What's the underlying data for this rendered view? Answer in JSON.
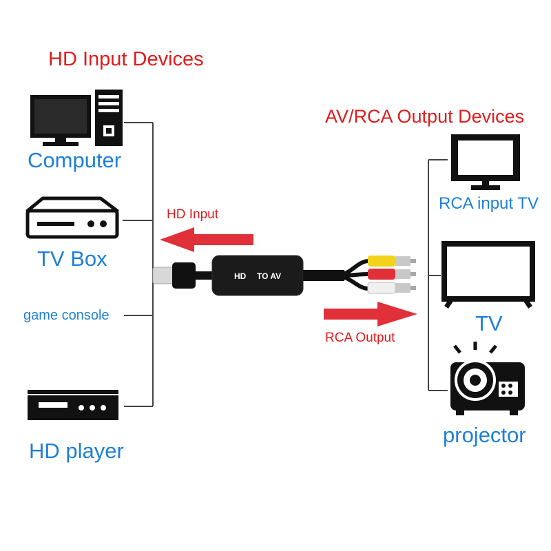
{
  "title_left": "HD Input Devices",
  "title_right": "AV/RCA Output Devices",
  "input_devices": [
    {
      "label": "Computer",
      "icon": "computer-icon"
    },
    {
      "label": "TV Box",
      "icon": "tv-box-icon"
    },
    {
      "label": "game console",
      "icon": ""
    },
    {
      "label": "HD player",
      "icon": "hd-player-icon"
    }
  ],
  "output_devices": [
    {
      "label": "RCA input TV",
      "icon": "tv-stand-icon"
    },
    {
      "label": "TV",
      "icon": "flat-tv-icon"
    },
    {
      "label": "projector",
      "icon": "projector-icon"
    }
  ],
  "adapter": {
    "label_left": "HD",
    "label_right": "TO AV"
  },
  "arrows": {
    "input_label": "HD Input",
    "output_label": "RCA Output"
  },
  "colors": {
    "title": "#e01b1b",
    "device_text": "#1e7fd6",
    "arrow": "#e0303a",
    "icon": "#111111",
    "rca_yellow": "#f2d21b",
    "rca_red": "#e0303a",
    "rca_white": "#f0f0f0"
  }
}
